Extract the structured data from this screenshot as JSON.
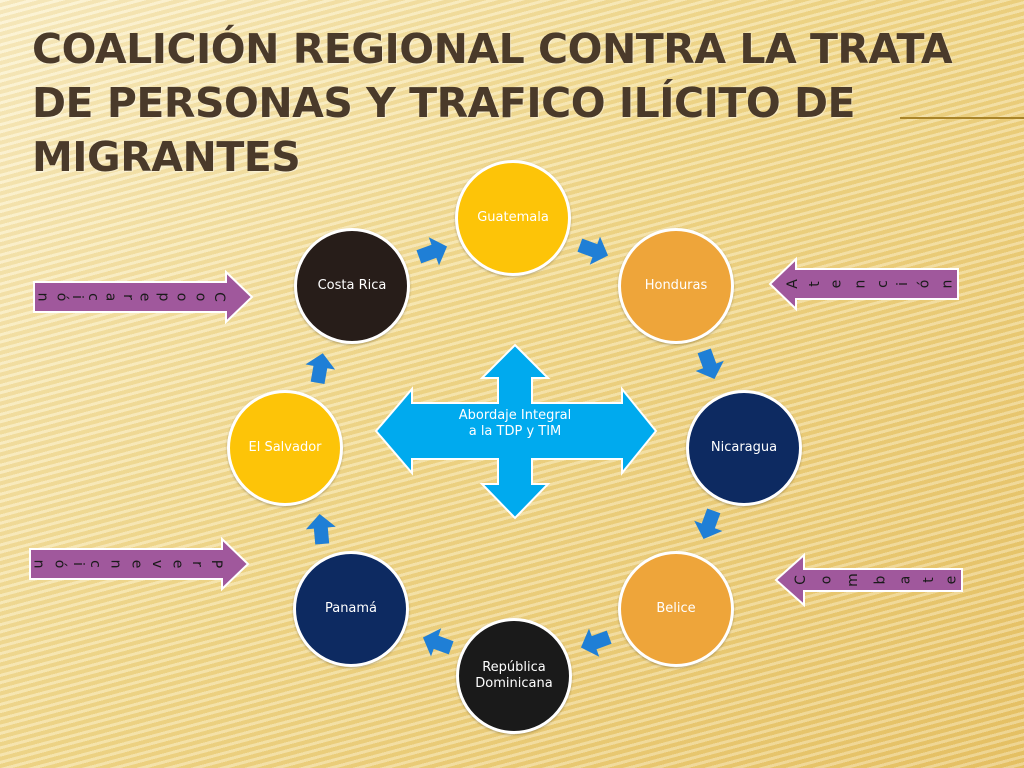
{
  "title": "COALICIÓN REGIONAL CONTRA LA TRATA DE PERSONAS Y TRAFICO ILÍCITO DE MIGRANTES",
  "center": {
    "line1": "Abordaje Integral",
    "line2": "a la TDP y TIM",
    "color": "#00aaee"
  },
  "nodes": [
    {
      "label": "Guatemala",
      "color": "#fdc408",
      "text_color": "#ffffff"
    },
    {
      "label": "Honduras",
      "color": "#eea53a",
      "text_color": "#ffffff"
    },
    {
      "label": "Nicaragua",
      "color": "#0d2a61",
      "text_color": "#ffffff"
    },
    {
      "label": "Belice",
      "color": "#eea53a",
      "text_color": "#ffffff"
    },
    {
      "label": "República Dominicana",
      "color": "#1a1a1a",
      "text_color": "#ffffff"
    },
    {
      "label": "Panamá",
      "color": "#0d2a61",
      "text_color": "#ffffff"
    },
    {
      "label": "El Salvador",
      "color": "#fdc408",
      "text_color": "#ffffff"
    },
    {
      "label": "Costa Rica",
      "color": "#271d19",
      "text_color": "#ffffff"
    }
  ],
  "cycle_arrow_color": "#1f7fd6",
  "side_arrows": [
    {
      "label": "Cooperación",
      "direction": "right",
      "side": "left"
    },
    {
      "label": "Prevención",
      "direction": "right",
      "side": "left"
    },
    {
      "label": "Atención",
      "direction": "left",
      "side": "right"
    },
    {
      "label": "Combate",
      "direction": "left",
      "side": "right"
    }
  ],
  "side_arrow_color": "#a0589c"
}
